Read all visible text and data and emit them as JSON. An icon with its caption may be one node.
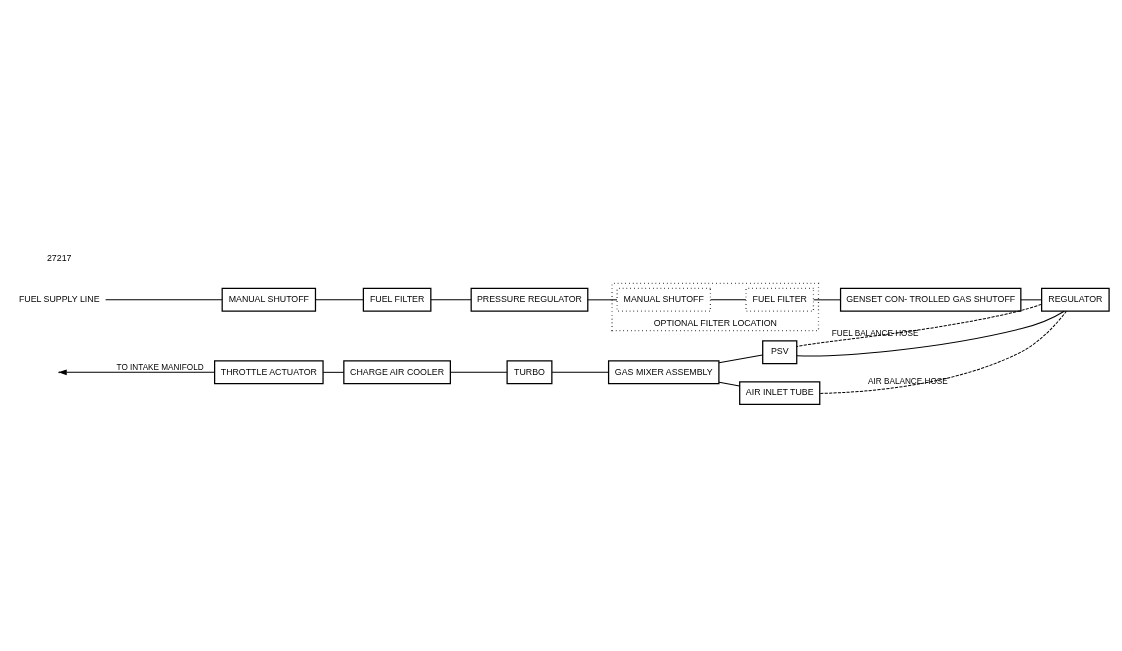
{
  "diagram": {
    "nodes": [
      {
        "text": [
          "FUEL SUPPLY LINE"
        ]
      },
      {
        "text": [
          "MANUAL SHUTOFF"
        ]
      },
      {
        "text": [
          "FUEL FILTER"
        ]
      },
      {
        "text": [
          "PRESSURE REGULATOR"
        ]
      },
      {
        "text": [
          "OPTIONAL FILTER LOCATION"
        ]
      },
      {
        "text": [
          "MANUAL SHUTOFF"
        ],
        "in": 4
      },
      {
        "text": [
          "FUEL FILTER"
        ],
        "in": 4
      },
      {
        "text": [
          "GENSET CON- TROLLED GAS SHUTOFF"
        ]
      },
      {
        "text": [
          "REGULATOR"
        ]
      },
      {
        "text": [
          "PSV"
        ]
      },
      {
        "text": [
          "GAS MIXER ASSEMBLY"
        ]
      },
      {
        "text": [
          "AIR INLET TUBE"
        ]
      },
      {
        "text": [
          "TURBO"
        ]
      },
      {
        "text": [
          "CHARGE AIR COOLER"
        ]
      },
      {
        "text": [
          "THROTTLE ACTUATOR"
        ]
      }
    ],
    "edges": [
      {
        "from": 0,
        "to": 1,
        "arrow": "none"
      },
      {
        "from": 1,
        "to": 2,
        "arrow": "none"
      },
      {
        "from": 2,
        "to": 3,
        "arrow": "none"
      },
      {
        "from": 3,
        "to": 5,
        "arrow": "none"
      },
      {
        "from": 5,
        "to": 6,
        "arrow": "none"
      },
      {
        "from": 6,
        "to": 7,
        "arrow": "none"
      },
      {
        "from": 7,
        "to": 8,
        "arrow": "none"
      },
      {
        "from": 8,
        "to": 9,
        "arrow": "none"
      },
      {
        "from": 8,
        "to": 9,
        "arrow": "none",
        "style": "dashed",
        "label": "FUEL BALANCE HOSE"
      },
      {
        "from": 9,
        "to": 10,
        "arrow": "none"
      },
      {
        "from": 11,
        "to": 10,
        "arrow": "none"
      },
      {
        "from": 8,
        "to": 11,
        "arrow": "none",
        "style": "dashed",
        "label": "AIR BALANCE HOSE"
      },
      {
        "from": 10,
        "to": 12,
        "arrow": "none"
      },
      {
        "from": 12,
        "to": 13,
        "arrow": "none"
      },
      {
        "from": 13,
        "to": 14,
        "arrow": "none"
      },
      {
        "from": 14,
        "to": null,
        "arrow": "to",
        "label": "TO INTAKE MANIFOLD"
      }
    ],
    "labels": [
      "27217"
    ]
  }
}
